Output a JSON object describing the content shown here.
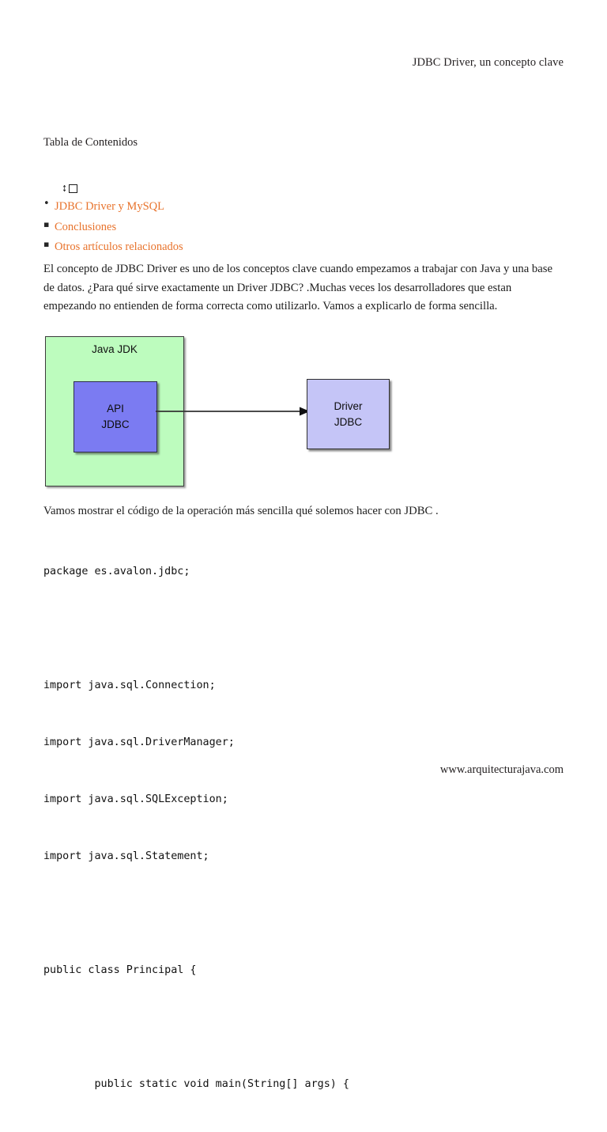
{
  "header": {
    "running_title": "JDBC Driver, un concepto clave"
  },
  "toc": {
    "heading": "Tabla de Contenidos",
    "placeholder": {
      "spinner_glyph": "↕",
      "broken_image_name": "broken-image-placeholder"
    },
    "items": [
      {
        "label": "JDBC Driver y MySQL",
        "marker": "•",
        "marker_type": "disc"
      },
      {
        "label": "Conclusiones",
        "marker": "▪",
        "marker_type": "square"
      },
      {
        "label": "Otros artículos relacionados",
        "marker": "▪",
        "marker_type": "square"
      }
    ],
    "link_color": "#e8732c"
  },
  "intro": {
    "paragraph": "El concepto de JDBC Driver es uno de los conceptos clave cuando empezamos a trabajar con Java y una base de datos. ¿Para qué sirve exactamente un Driver JDBC? .Muchas veces los desarrolladores que estan empezando no entienden de forma correcta como utilizarlo. Vamos a explicarlo de forma sencilla."
  },
  "diagram": {
    "jdk_label": "Java JDK",
    "api_line1": "API",
    "api_line2": "JDBC",
    "driver_line1": "Driver",
    "driver_line2": "JDBC",
    "colors": {
      "jdk_fill": "#bdfcbe",
      "api_fill": "#7b7bf2",
      "driver_fill": "#c5c5f7",
      "arrow": "#333333",
      "border": "#3c3c3c"
    }
  },
  "code_intro": {
    "paragraph": "Vamos mostrar el código de la operación más sencilla qué solemos hacer con JDBC ."
  },
  "code": {
    "lines": [
      "package es.avalon.jdbc;",
      "",
      "import java.sql.Connection;",
      "import java.sql.DriverManager;",
      "import java.sql.SQLException;",
      "import java.sql.Statement;",
      "",
      "public class Principal {",
      "",
      "        public static void main(String[] args) {"
    ]
  },
  "footer": {
    "site": "www.arquitecturajava.com"
  }
}
